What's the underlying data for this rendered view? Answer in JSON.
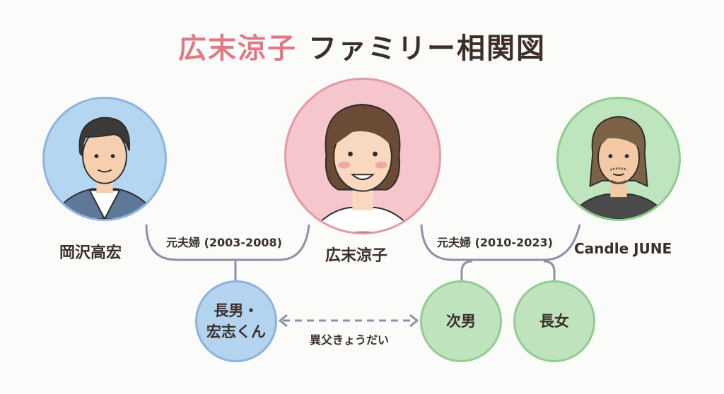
{
  "title": {
    "name": "広末涼子",
    "rest": "ファミリー相関図",
    "name_color": "#e07a86"
  },
  "people": {
    "left": {
      "name": "岡沢高宏",
      "circle_color": "#b4d6f0",
      "border_color": "#8fb5dc"
    },
    "center": {
      "name": "広末涼子",
      "circle_color": "#f6c6cc",
      "border_color": "#e39aa5"
    },
    "right": {
      "name": "Candle JUNE",
      "circle_color": "#bfe5bf",
      "border_color": "#8fcc8f"
    }
  },
  "marriages": [
    {
      "label": "元夫婦 (2003-2008)"
    },
    {
      "label": "元夫婦 (2010-2023)"
    }
  ],
  "children": [
    {
      "line1": "長男・",
      "line2": "宏志くん",
      "color": "blue"
    },
    {
      "line1": "次男",
      "color": "green"
    },
    {
      "line1": "長女",
      "color": "green"
    }
  ],
  "sibling_relation": {
    "label": "異父きょうだい"
  }
}
